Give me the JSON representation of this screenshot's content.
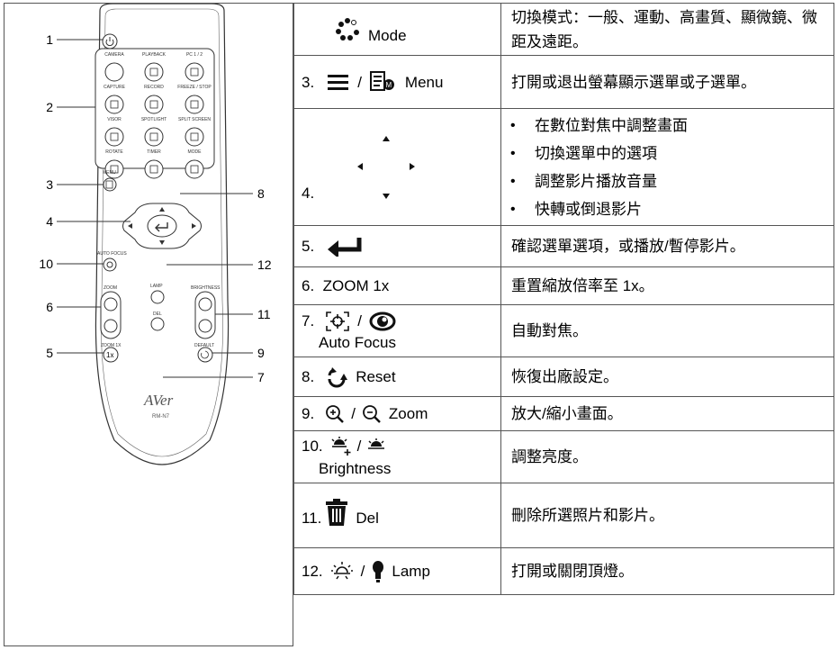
{
  "callouts": [
    "1",
    "2",
    "3",
    "4",
    "10",
    "6",
    "5",
    "8",
    "12",
    "11",
    "9",
    "7"
  ],
  "remote": {
    "labels": [
      "CAMERA",
      "PLAYBACK",
      "PC 1 / 2",
      "CAPTURE",
      "RECORD",
      "FREEZE / STOP",
      "VISOR",
      "SPOTLIGHT",
      "SPLIT SCREEN",
      "ROTATE",
      "TIMER",
      "MODE",
      "MENU",
      "AUTO FOCUS",
      "ZOOM",
      "LAMP",
      "BRIGHTNESS",
      "DEL",
      "ZOOM 1X",
      "DEFAULT",
      "1x"
    ],
    "brand": "AVer",
    "model": "RM-N7"
  },
  "rows": [
    {
      "fn": "Mode",
      "desc": "切換模式：一般、運動、高畫質、顯微鏡、微距及遠距。"
    },
    {
      "fn": "3.",
      "fn2": "/",
      "fn3": "Menu",
      "desc": "打開或退出螢幕顯示選單或子選單。"
    },
    {
      "fn": "4.",
      "bullets": [
        "在數位對焦中調整畫面",
        "切換選單中的選項",
        "調整影片播放音量",
        "快轉或倒退影片"
      ]
    },
    {
      "fn": "5.",
      "desc": "確認選單選項，或播放/暫停影片。"
    },
    {
      "fn": "6.  ZOOM 1x",
      "desc": "重置縮放倍率至 1x。"
    },
    {
      "fn": "7.",
      "fn2": "/",
      "fn3": "Auto Focus",
      "desc": "自動對焦。"
    },
    {
      "fn": "8.",
      "fn3": "Reset",
      "desc": "恢復出廠設定。"
    },
    {
      "fn": "9.",
      "fn2": "/",
      "fn3": "Zoom",
      "desc": "放大/縮小畫面。"
    },
    {
      "fn": "10.",
      "fn2": "/",
      "fn3": "Brightness",
      "desc": "調整亮度。"
    },
    {
      "fn": "11.",
      "fn3": "Del",
      "desc": "刪除所選照片和影片。"
    },
    {
      "fn": "12.",
      "fn2": "/",
      "fn3": "Lamp",
      "desc": "打開或關閉頂燈。"
    }
  ]
}
